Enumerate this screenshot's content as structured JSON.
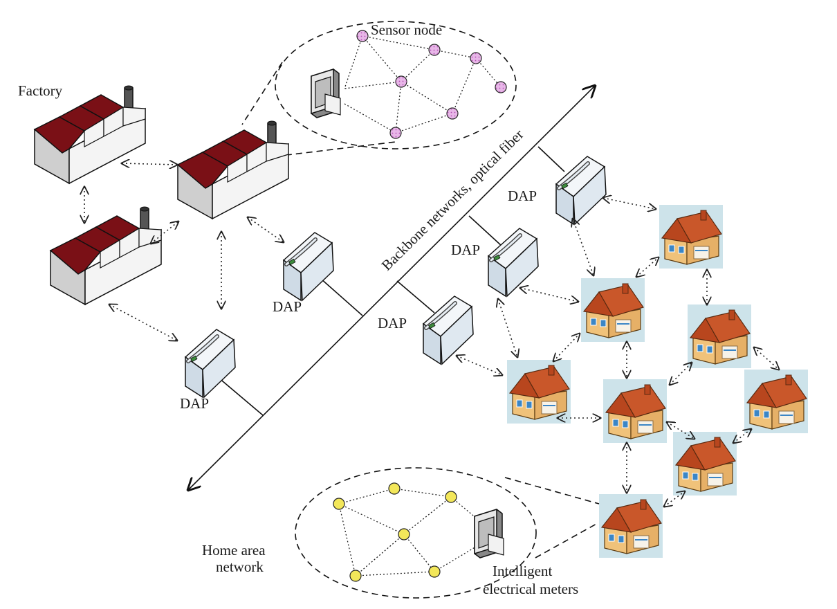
{
  "labels": {
    "factory": "Factory",
    "sensor_node": "Sensor node",
    "backbone": "Backbone networks, optical fiber",
    "dap": "DAP",
    "home_area_network_line1": "Home area",
    "home_area_network_line2": "network",
    "meters_line1": "Intelligent",
    "meters_line2": "electrical meters"
  },
  "colors": {
    "factory_roof": "#7a1016",
    "factory_wall": "#f4f4f4",
    "factory_side": "#cfcfcf",
    "chimney": "#555555",
    "sensor_node_fill": "#e8b6e8",
    "home_node_fill": "#f3e75a",
    "house_background": "#cde3ea",
    "house_roof": "#b8461e",
    "house_wall": "#f0c27a",
    "dap_body": "#dfe8f0"
  }
}
